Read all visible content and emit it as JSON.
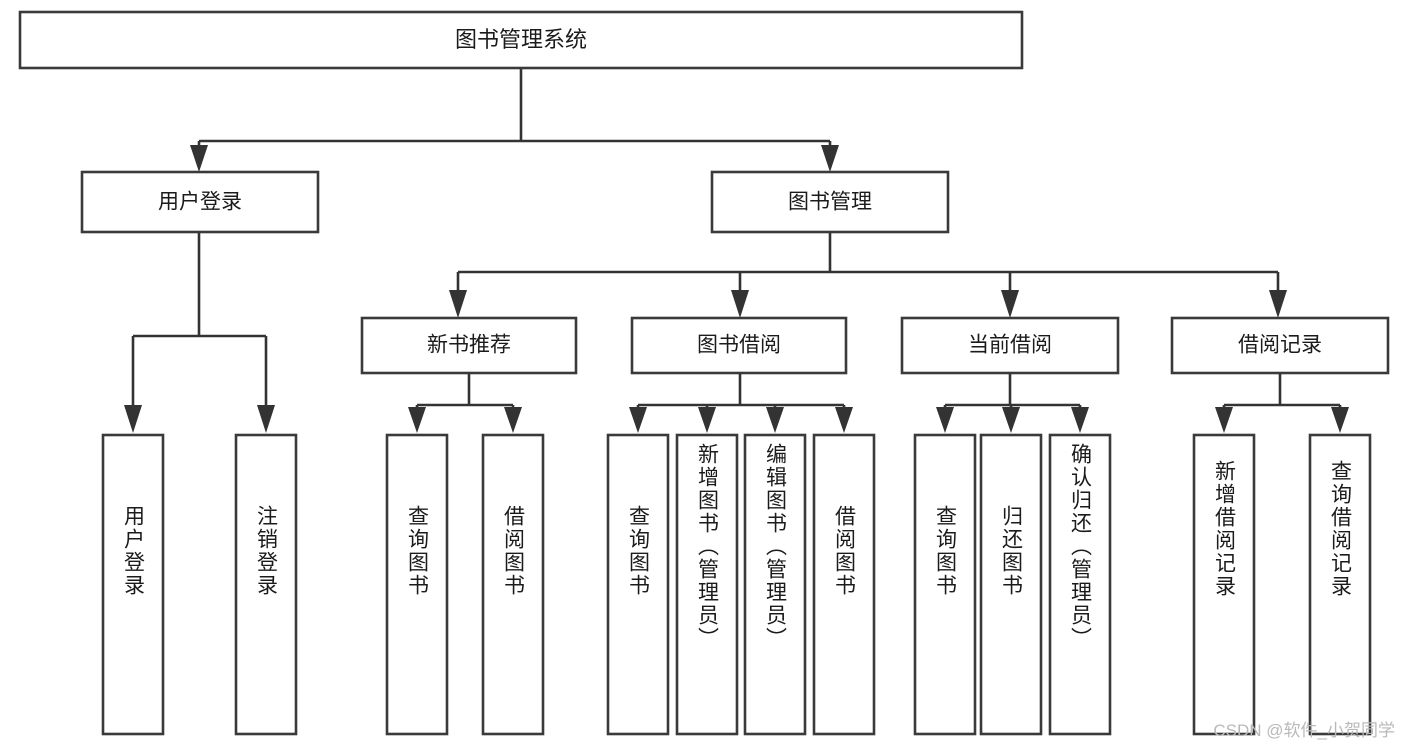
{
  "diagram": {
    "type": "tree",
    "title": "图书管理系统",
    "root": {
      "label": "图书管理系统",
      "children": [
        {
          "label": "用户登录",
          "children": [
            {
              "label": "用户登录"
            },
            {
              "label": "注销登录"
            }
          ]
        },
        {
          "label": "图书管理",
          "children": [
            {
              "label": "新书推荐",
              "children": [
                {
                  "label": "查询图书"
                },
                {
                  "label": "借阅图书"
                }
              ]
            },
            {
              "label": "图书借阅",
              "children": [
                {
                  "label": "查询图书"
                },
                {
                  "label": "新增图书（管理员）"
                },
                {
                  "label": "编辑图书（管理员）"
                },
                {
                  "label": "借阅图书"
                }
              ]
            },
            {
              "label": "当前借阅",
              "children": [
                {
                  "label": "查询图书"
                },
                {
                  "label": "归还图书"
                },
                {
                  "label": "确认归还（管理员）"
                }
              ]
            },
            {
              "label": "借阅记录",
              "children": [
                {
                  "label": "新增借阅记录"
                },
                {
                  "label": "查询借阅记录"
                }
              ]
            }
          ]
        }
      ]
    },
    "nodes": {
      "root_title": "图书管理系统",
      "level1": {
        "user_login": "用户登录",
        "book_manage": "图书管理"
      },
      "level2": {
        "new_book_rec": "新书推荐",
        "book_borrow": "图书借阅",
        "current_borrow": "当前借阅",
        "borrow_record": "借阅记录"
      },
      "leaves": {
        "user_login_1": "用户登录",
        "user_login_2": "注销登录",
        "new_book_1": "查询图书",
        "new_book_2": "借阅图书",
        "borrow_1": "查询图书",
        "borrow_2": "新增图书（管理员）",
        "borrow_3": "编辑图书（管理员）",
        "borrow_4": "借阅图书",
        "current_1": "查询图书",
        "current_2": "归还图书",
        "current_3": "确认归还（管理员）",
        "record_1": "新增借阅记录",
        "record_2": "查询借阅记录"
      }
    },
    "colors": {
      "box_stroke": "#3a3a3a",
      "connector": "#333333",
      "background": "#ffffff",
      "text": "#1b1b1b",
      "watermark": "#b9b9b9"
    }
  },
  "watermark": {
    "text": "CSDN @软件_小贺同学"
  }
}
